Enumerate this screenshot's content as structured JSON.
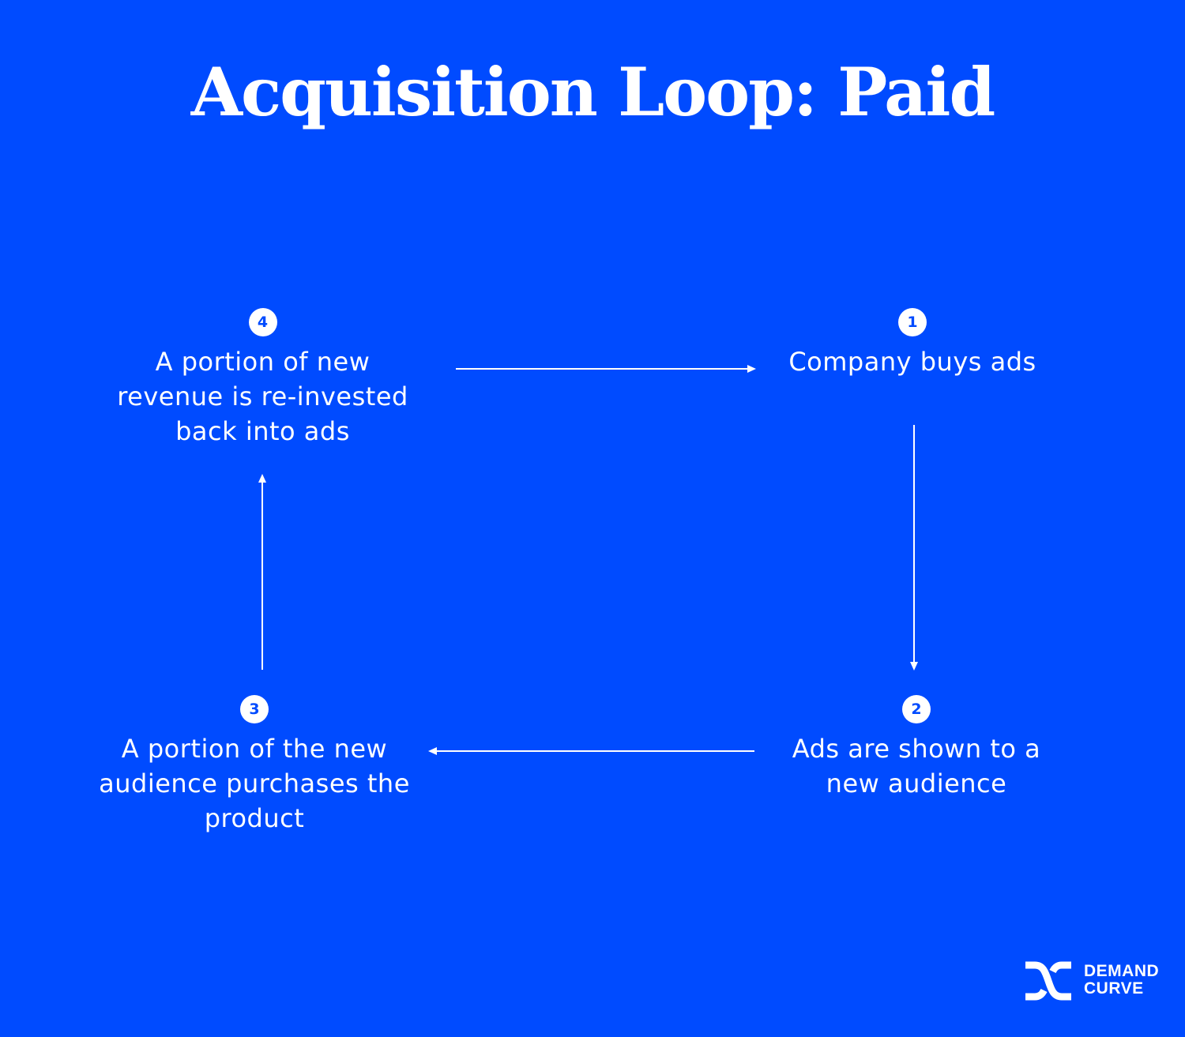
{
  "title": "Acquisition Loop: Paid",
  "steps": [
    {
      "number": "1",
      "text": "Company buys ads"
    },
    {
      "number": "2",
      "text": "Ads are shown to a new audience"
    },
    {
      "number": "3",
      "text": "A portion of the new audience purchases the product"
    },
    {
      "number": "4",
      "text": "A portion of new revenue is re-invested back into ads"
    }
  ],
  "flow": [
    "4 → 1",
    "1 → 2",
    "2 → 3",
    "3 → 4"
  ],
  "brand": {
    "line1": "DEMAND",
    "line2": "CURVE",
    "logo_icon": "demand-curve-logo-icon"
  },
  "colors": {
    "background": "#004bff",
    "foreground": "#ffffff"
  }
}
